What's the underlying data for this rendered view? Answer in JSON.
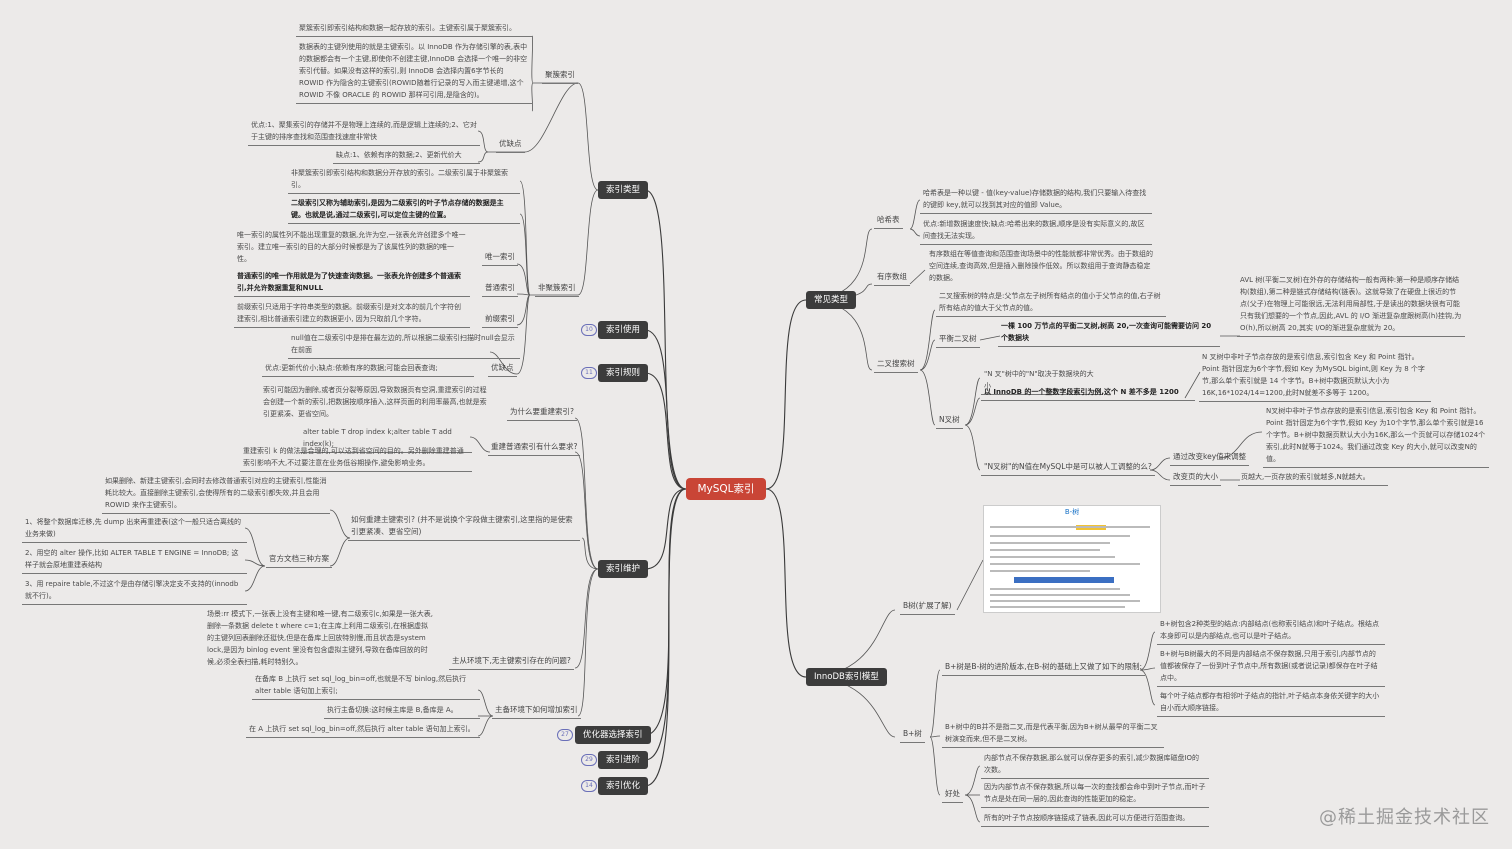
{
  "root": "MySQL索引",
  "main": {
    "index_types": "索引类型",
    "index_usage": "索引使用",
    "index_rules": "索引规则",
    "index_maintenance": "索引维护",
    "optimizer": "优化器选择索引",
    "advanced": "索引进阶",
    "optimize": "索引优化",
    "common_types": "常见类型",
    "innodb_model": "InnoDB索引模型"
  },
  "badges": {
    "usage": "10",
    "rules": "11",
    "optimizer": "27",
    "advanced": "29",
    "optimize": "14"
  },
  "left": {
    "cluster_label": "聚簇索引",
    "cluster_1": "聚簇索引即索引结构和数据一起存放的索引。主键索引属于聚簇索引。",
    "cluster_2": "数据表的主键列使用的就是主键索引。以 InnoDB 作为存储引擎的表,表中的数据都会有一个主键,即使你不创建主键,InnoDB 会选择一个唯一的非空索引代替。如果没有这样的索引,则 InnoDB 会选择内置6字节长的 ROWID 作为隐含的主键索引(ROWID随着行记录的写入而主键递增,这个 ROWID 不像 ORACLE 的 ROWID 那样可引用,是隐含的)。",
    "adv_label": "优缺点",
    "adv_1": "优点:1、聚集索引的存储并不是物理上连续的,而是逻辑上连续的;2、它对于主键的排序查找和范围查找速度非常快",
    "adv_2": "缺点:1、依赖有序的数据;2、更新代价大",
    "noncluster_label": "非聚簇索引",
    "noncluster_1": "非聚簇索引即索引结构和数据分开存放的索引。二级索引属于非聚簇索引。",
    "noncluster_2": "二级索引又称为辅助索引,是因为二级索引的叶子节点存储的数据是主键。也就是说,通过二级索引,可以定位主键的位置。",
    "unique_label": "唯一索引",
    "unique_text": "唯一索引的属性列不能出现重复的数据,允许为空,一张表允许创建多个唯一索引。建立唯一索引的目的大部分时候都是为了该属性列的数据的唯一性。",
    "normal_label": "普通索引",
    "normal_text": "普通索引的唯一作用就是为了快速查询数据。一张表允许创建多个普通索引,并允许数据重复和NULL",
    "prefix_label": "前缀索引",
    "prefix_text": "前缀索引只适用于字符串类型的数据。前缀索引是对文本的前几个字符创建索引,相比普通索引建立的数据更小, 因为只取前几个字符。",
    "nc_adv_label": "优缺点",
    "nc_adv_1": "null值在二级索引中是排在最左边的,所以根据二级索引扫描时null会显示在前面",
    "nc_adv_2": "优点:更新代价小;缺点:依赖有序的数据;可能会回表查询;",
    "why_label": "为什么要重建索引?",
    "why_text": "索引可能因为删除,或者页分裂等原因,导致数据页有空洞,重建索引的过程会创建一个新的索引,把数据按顺序插入,这样页面的利用率最高,也就是索引更紧凑、更省空间。",
    "rebuild_normal_label": "重建普通索引有什么要求?",
    "rebuild_normal_1": "alter table T drop index k;alter table T add index(k);",
    "rebuild_normal_2": "重建索引 k 的做法是合理的,可以达到省空间的目的。另外删除重建普通索引影响不大,不过要注意在业务低谷期操作,避免影响业务。",
    "rebuild_pk_label": "如何重建主键索引? (并不是说换个字段做主键索引,这里指的是使索引更紧凑、更省空间)",
    "rebuild_pk_1": "如果删除、新建主键索引,会同时去修改普通索引对应的主键索引,性能消耗比较大。直接删除主键索引,会使得所有的二级索引都失效,并且会用 ROWID 来作主键索引。",
    "official_label": "官方文档三种方案",
    "official_1": "1、将整个数据库迁移,先 dump 出来再重建表(这个一般只适合离线的业务来做)",
    "official_2": "2、用空的 alter 操作,比如 ALTER TABLE T ENGINE = InnoDB; 这样子就会原地重建表结构",
    "official_3": "3、用 repaire table,不过这个是由存储引擎决定支不支持的(innodb就不行)。",
    "master_slave_label": "主从环境下,无主键索引存在的问题?",
    "master_slave_text": "场景:rr 模式下,一张表上没有主键和唯一键,有二级索引c,如果是一张大表,删除一条数据 delete t where c=1;在主库上利用二级索引,在根据虚拟的主键列回表删除还挺快,但是在备库上回放特别慢,而且状态是system lock,是因为 binlog event 里没有包含虚拟主键列,导致在备库回放的时候,必须全表扫描,耗时特别久。",
    "add_index_label": "主备环境下如何增加索引",
    "add_index_1": "在备库 B 上执行 set sql_log_bin=off,也就是不写 binlog,然后执行 alter table 语句加上索引;",
    "add_index_2": "执行主备切换:这时候主库是 B,备库是 A。",
    "add_index_3": "在 A 上执行 set sql_log_bin=off,然后执行 alter table 语句加上索引。"
  },
  "right": {
    "hash_label": "哈希表",
    "hash_1": "哈希表是一种以键 - 值(key-value)存储数据的结构,我们只要输入待查找的键即 key,就可以找到其对应的值即 Value。",
    "hash_2": "优点:新增数据速度快;缺点:哈希出来的数据,顺序是没有实际意义的,故区间查找无法实现。",
    "ordered_label": "有序数组",
    "ordered_text": "有序数组在等值查询和范围查询场景中的性能就都非常优秀。由于数组的空间连续,查询高效,但是插入删除操作低效。所以数组用于查询静态稳定的数据。",
    "bst_label": "二叉搜索树",
    "bst_1": "二叉搜索树的特点是:父节点左子树所有结点的值小于父节点的值,右子树所有结点的值大于父节点的值。",
    "balanced_label": "平衡二叉树",
    "balanced_text": "一棵 100 万节点的平衡二叉树,树高 20,一次查询可能需要访问 20 个数据块",
    "avl_text": "AVL 树(平衡二叉树)在外存的存储结构一般有两种:第一种是顺序存储结构(数组),第二种是链式存储结构(链表)。这就导致了在硬盘上很近的节点(父子)在物理上可能很远,无法利用局部性,于是读出的数据块很有可能只有我们想要的一个节点,因此,AVL 的 I/O 渐进复杂度跟树高(h)挂钩,为 O(h),所以树高 20,其实 I/O的渐进复杂度就为 20。",
    "nary_label": "N叉树",
    "nary_1": "\"N 叉\"树中的\"N\"取决于数据块的大小",
    "nary_2": "以 InnoDB 的一个整数字段索引为例,这个 N 差不多是 1200",
    "nary_3": "N 叉树中非叶子节点存放的是索引信息,索引包含 Key 和 Point 指针。Point 指针固定为6个字节,假如 Key 为MySQL bigint,则 Key 为 8 个字节,那么单个索引就是 14 个字节。B+树中数据页默认大小为16K,16*1024/14=1200,此时N就差不多等于 1200。",
    "nary_adjust_label": "\"N叉树\"的N值在MySQL中是可以被人工调整的么?",
    "adjust_key_label": "通过改变key值来调整",
    "adjust_key_text": "N叉树中非叶子节点存放的是索引信息,索引包含 Key 和 Point 指针。Point 指针固定为6个字节,假如 Key 为10个字节,那么单个索引就是16个字节。B+树中数据页默认大小为16K,那么一个页就可以存储1024个索引,此时N就等于1024。我们通过改变 Key 的大小,就可以改变N的值。",
    "page_label": "改变页的大小",
    "page_text": "页越大,一页存放的索引就越多,N就越大。",
    "btree_label": "B树(扩展了解)",
    "btree_img_title": "B-树",
    "bplus_label": "B+树",
    "bplus_upgrade_label": "B+树是B-树的进阶版本,在B-树的基础上又做了如下的限制:",
    "bplus_1": "B+树包含2种类型的结点:内部结点(也称索引结点)和叶子结点。根结点本身即可以是内部结点,也可以是叶子结点。",
    "bplus_2": "B+树与B树最大的不同是内部结点不保存数据,只用于索引,内部节点的值都被保存了一份到叶子节点中,所有数据(或者说记录)都保存在叶子结点中。",
    "bplus_3": "每个叶子结点都存有相邻叶子结点的指针,叶子结点本身依关键字的大小自小而大顺序链接。",
    "bplus_binary": "B+树中的B并不是指二叉,而是代表平衡,因为B+树从最早的平衡二叉树演变而来,但不是二叉树。",
    "benefit_label": "好处",
    "benefit_1": "内部节点不保存数据,那么就可以保存更多的索引,减少数据库磁盘IO的次数。",
    "benefit_2": "因为内部节点不保存数据,所以每一次的查找都会命中到叶子节点,而叶子节点是处在同一层的,因此查询的性能更加的稳定。",
    "benefit_3": "所有的叶子节点按顺序链接成了链表,因此可以方便进行范围查询。"
  },
  "watermark": "@稀土掘金技术社区",
  "colors": {
    "root": "#c94536",
    "main_node": "#3c3c3c",
    "background": "#eceae9",
    "badge": "#6a6fb8"
  }
}
